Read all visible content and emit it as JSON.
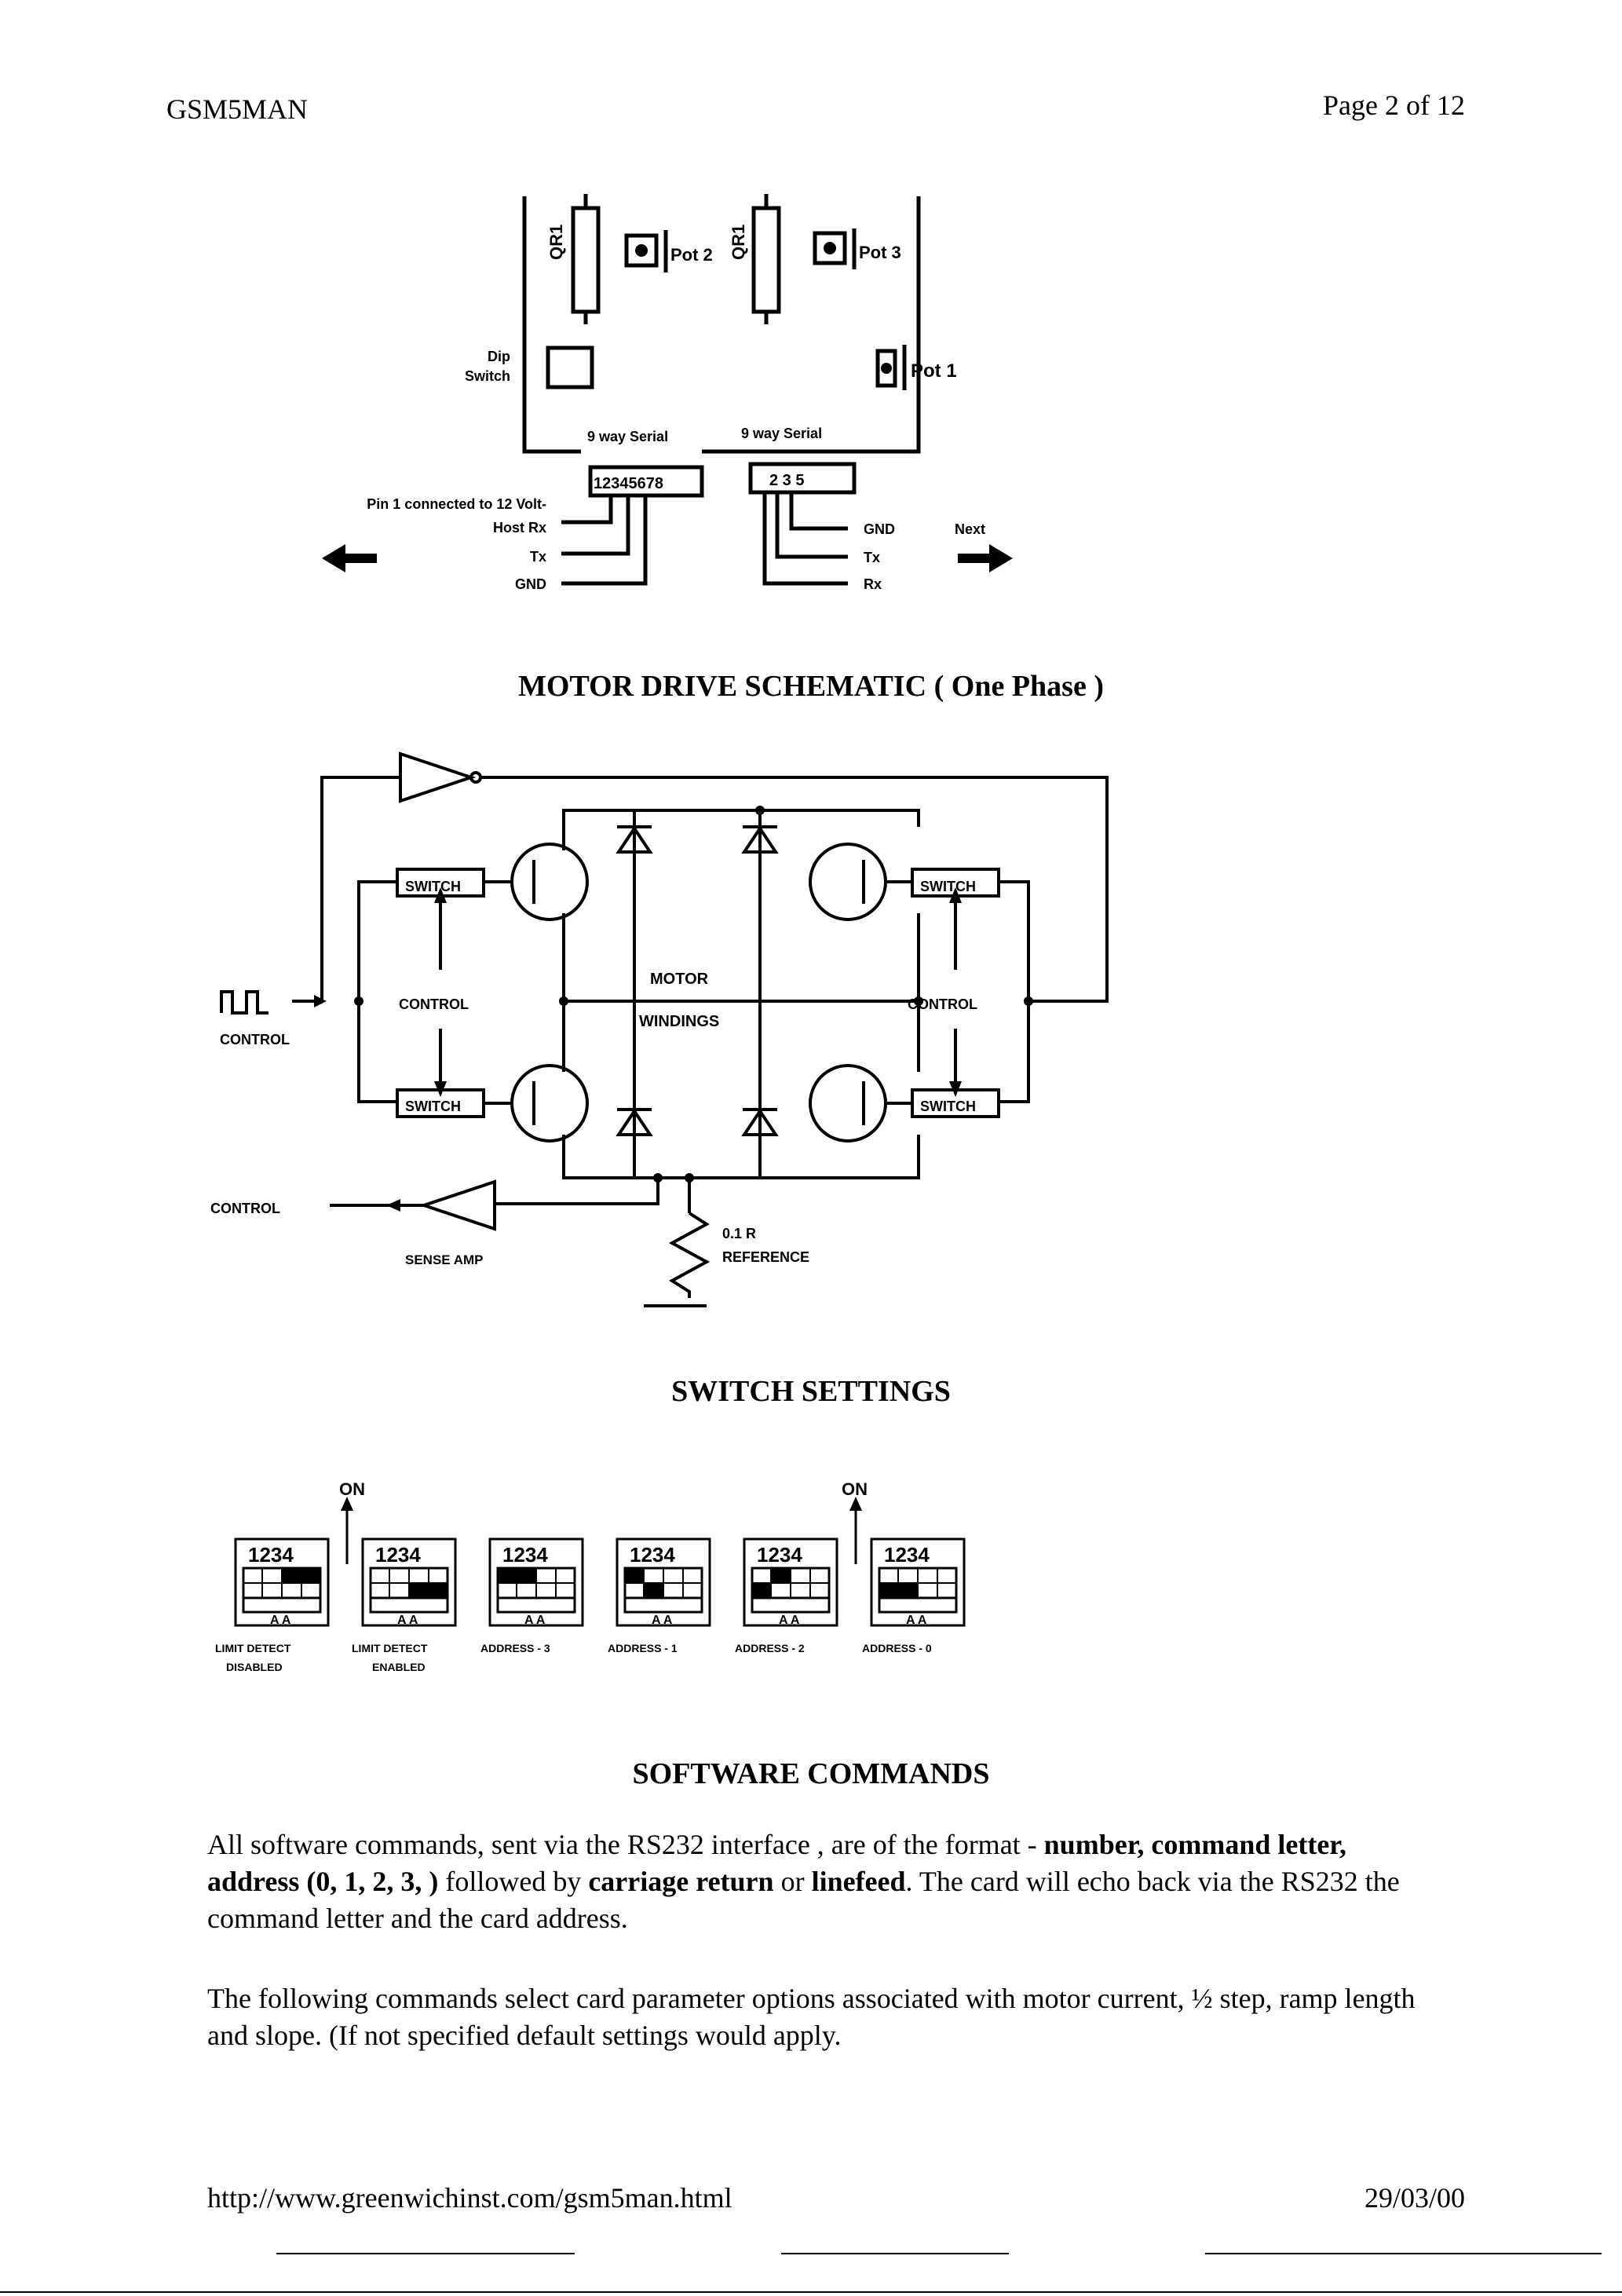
{
  "header": {
    "doc_title": "GSM5MAN",
    "page": "Page 2 of 12"
  },
  "board": {
    "qr1": "QR1",
    "pot2": "Pot 2",
    "pot3": "Pot 3",
    "pot1": "Pot 1",
    "dip_line1": "Dip",
    "dip_line2": "Switch",
    "serial_left": "9 way Serial",
    "serial_right": "9 way Serial",
    "pins_left": "12345678",
    "pins_right": "2 3 5",
    "pin1_note": "Pin 1 connected to 12 Volt-",
    "host_rx": "Host Rx",
    "tx_left": "Tx",
    "gnd_left": "GND",
    "gnd_right": "GND",
    "tx_right": "Tx",
    "rx_right": "Rx",
    "next": "Next"
  },
  "motor_heading": "MOTOR DRIVE SCHEMATIC ( One Phase )",
  "motor": {
    "switch": "SWITCH",
    "control": "CONTROL",
    "motor_l1": "MOTOR",
    "motor_l2": "WINDINGS",
    "sense_amp": "SENSE AMP",
    "resistor": "0.1 R",
    "reference": "REFERENCE"
  },
  "switch_heading": "SWITCH SETTINGS",
  "switch_settings": {
    "on": "ON",
    "digits": "1234",
    "aa": "A A",
    "captions": [
      [
        "LIMIT DETECT",
        "DISABLED"
      ],
      [
        "LIMIT DETECT",
        "ENABLED"
      ],
      [
        "ADDRESS - 3",
        ""
      ],
      [
        "ADDRESS - 1",
        ""
      ],
      [
        "ADDRESS - 2",
        ""
      ],
      [
        "ADDRESS - 0",
        ""
      ]
    ]
  },
  "software_heading": "SOFTWARE COMMANDS",
  "paragraph1": {
    "t1": "All software commands, sent via the RS232 interface , are of the format - ",
    "b1": "number, command letter, address (0, 1, 2, 3, )",
    "t2": " followed by ",
    "b2": "carriage return",
    "t3": " or ",
    "b3": "linefeed",
    "t4": ". The card will echo back via the RS232 the command letter and the card address."
  },
  "paragraph2": "The following commands select card parameter options associated with motor current, ½ step, ramp length and slope. (If not specified default settings would apply.",
  "footer": {
    "url": "http://www.greenwichinst.com/gsm5man.html",
    "date": "29/03/00"
  }
}
